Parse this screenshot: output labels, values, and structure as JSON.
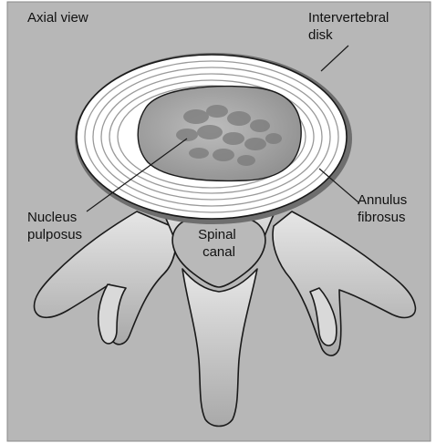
{
  "title": "Axial view",
  "labels": {
    "intervertebral_disk": [
      "Intervertebral",
      "disk"
    ],
    "annulus_fibrosus": [
      "Annulus",
      "fibrosus"
    ],
    "nucleus_pulposus": [
      "Nucleus",
      "pulposus"
    ],
    "spinal_canal": [
      "Spinal",
      "canal"
    ]
  },
  "colors": {
    "background": "#b7b7b7",
    "disk_ring": "#ffffff",
    "nucleus": "#9a9a9a",
    "vertebra": "#cfcfcf",
    "outline": "#1a1a1a"
  }
}
